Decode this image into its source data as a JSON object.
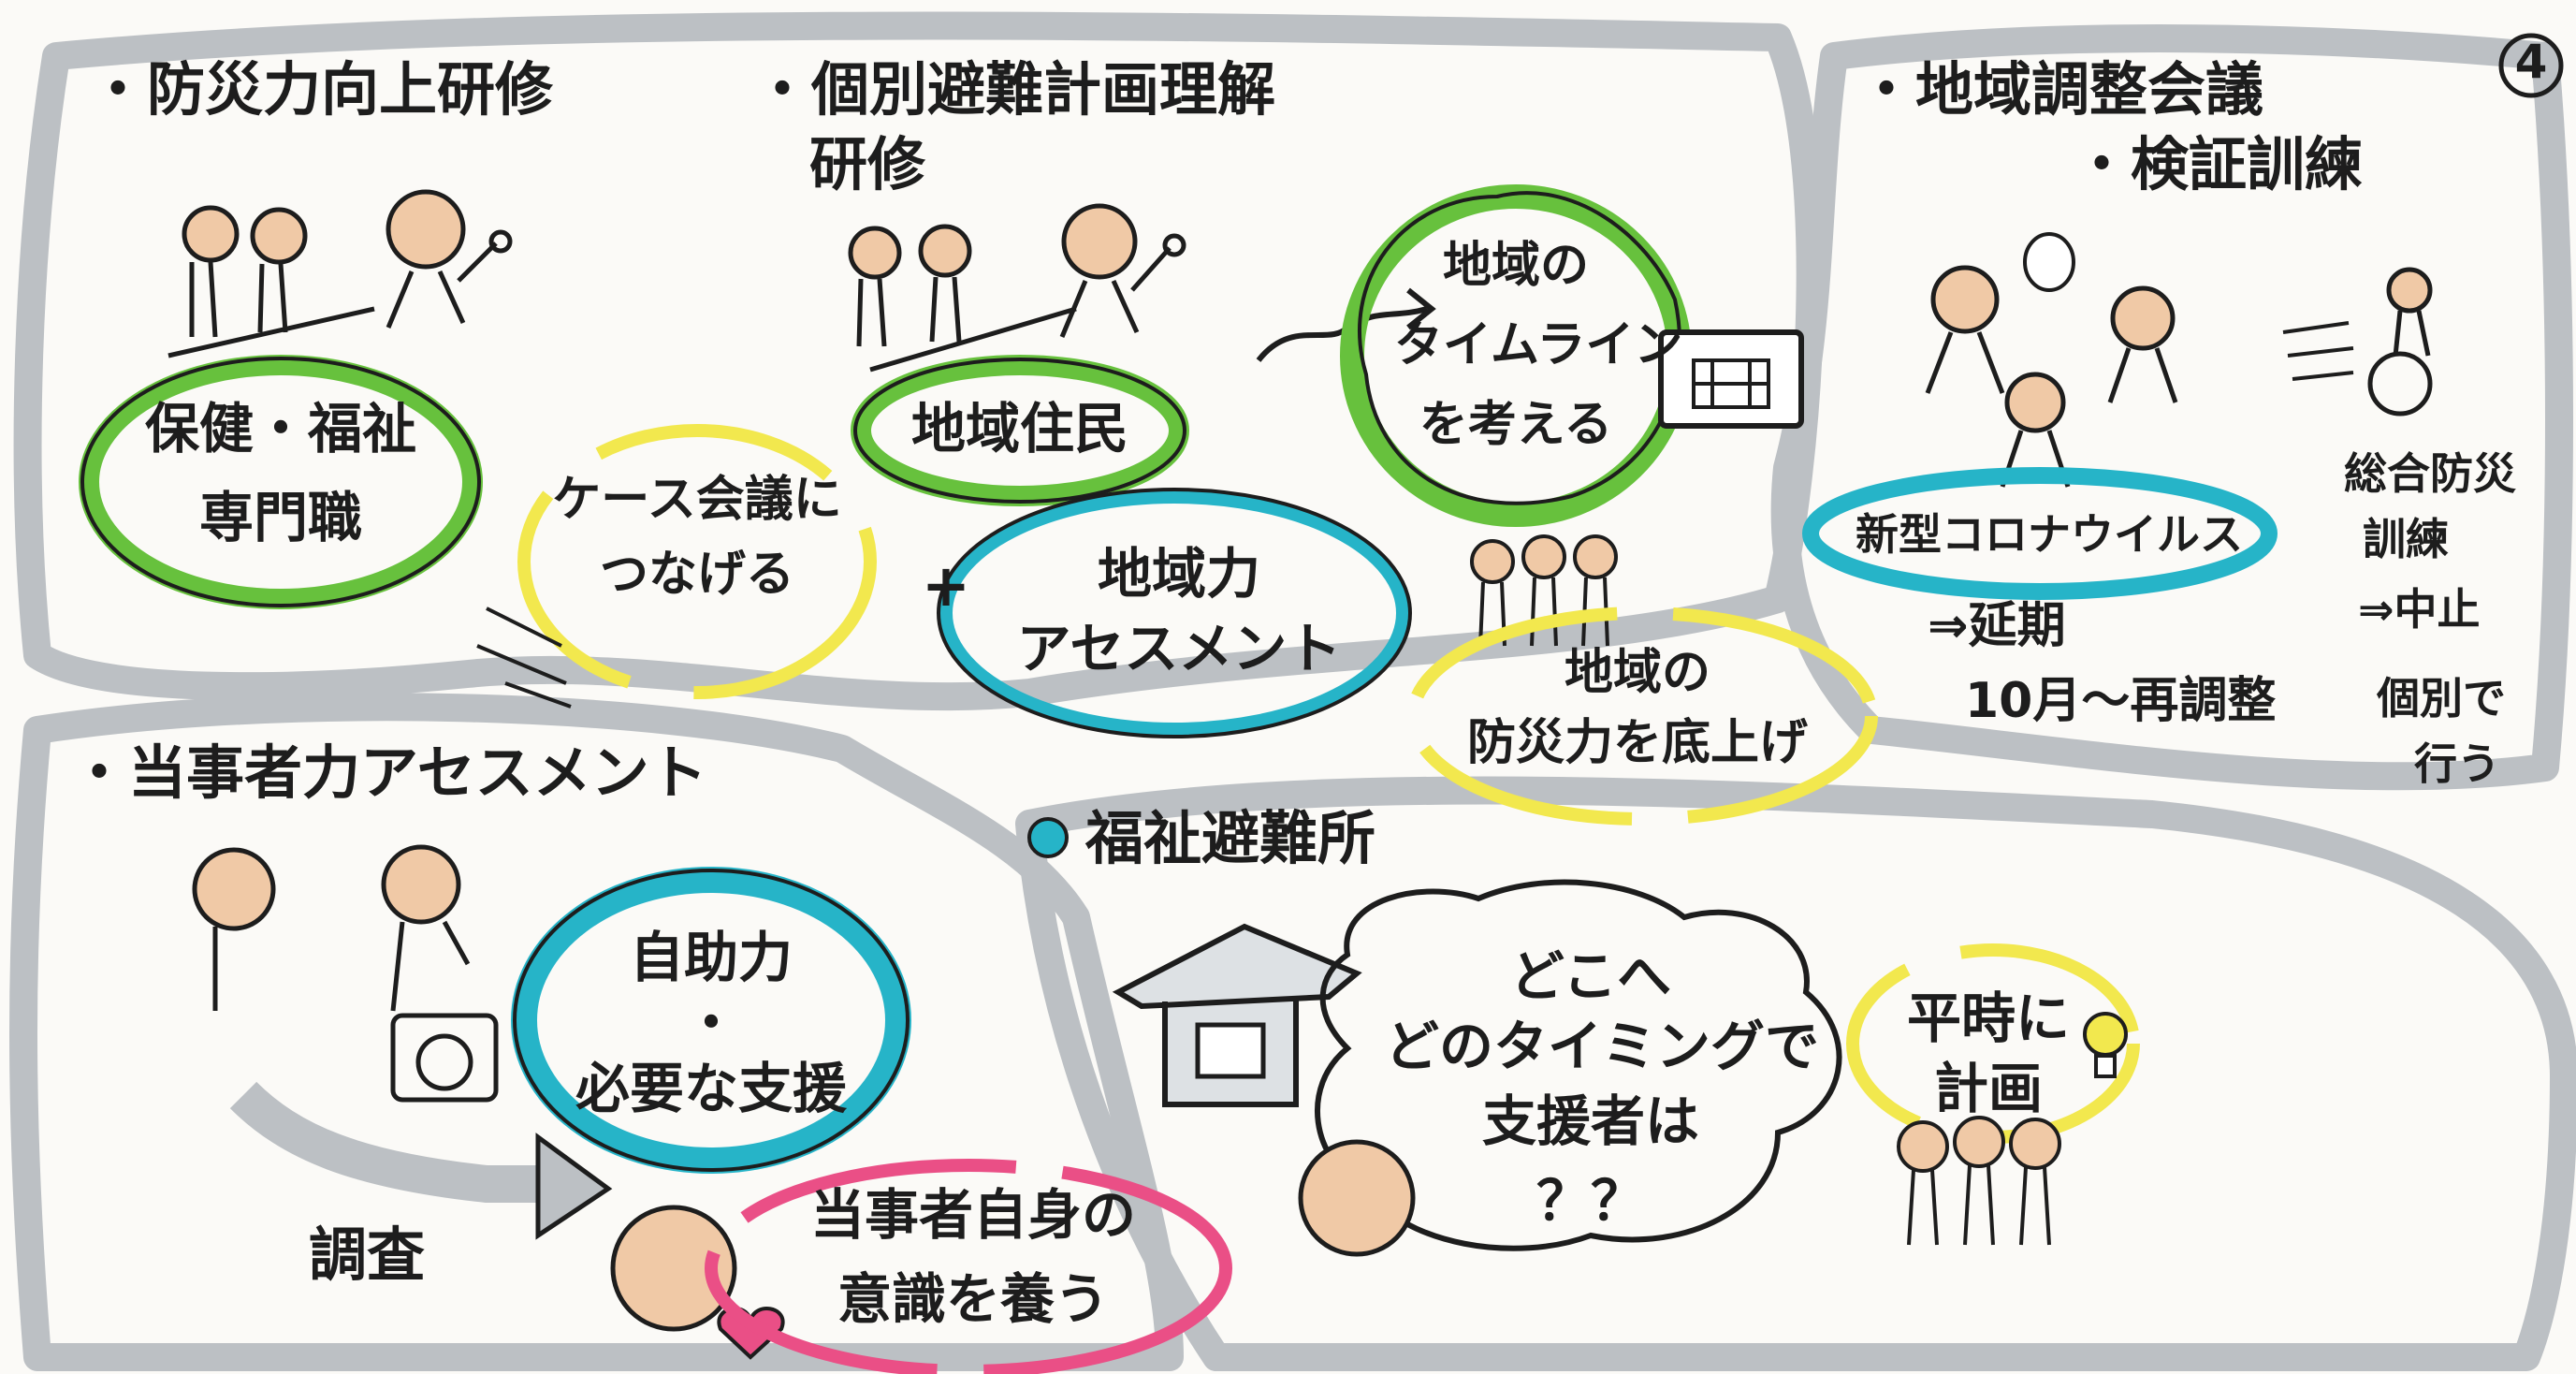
{
  "page_number": "4",
  "section_bousai": {
    "heading": "・防災力向上研修",
    "bubble_lines": [
      "保健・福祉",
      "専門職"
    ],
    "case_lines": [
      "ケース会議に",
      "つなげる"
    ]
  },
  "section_kobetsu": {
    "heading_line1": "・個別避難計画理解",
    "heading_line2": "研修",
    "bubble": "地域住民",
    "plus": "+",
    "assessment_lines": [
      "地域力",
      "アセスメント"
    ],
    "timeline_lines": [
      "地域の",
      "タイムライン",
      "を考える"
    ],
    "sokoage_lines": [
      "地域の",
      "防災力を底上げ"
    ]
  },
  "section_chiiki": {
    "heading_line1": "・地域調整会議",
    "heading_line2": "・検証訓練",
    "corona": "新型コロナウイルス",
    "postpone_lines": [
      "⇒延期",
      "10月～再調整"
    ],
    "drill_lines": [
      "総合防災",
      "訓練",
      "⇒中止",
      "個別で",
      "行う"
    ]
  },
  "section_tojisha": {
    "heading": "・当事者力アセスメント",
    "bubble_lines": [
      "自助力",
      "・",
      "必要な支援"
    ],
    "survey": "調査",
    "awareness_lines": [
      "当事者自身の",
      "意識を養う"
    ]
  },
  "section_fukushi": {
    "heading": "福祉避難所",
    "cloud_lines": [
      "どこへ",
      "どのタイミングで",
      "支援者は",
      "？？"
    ],
    "plan_lines": [
      "平時に",
      "計画"
    ]
  },
  "colors": {
    "frame": "#bcc0c4",
    "green": "#67c13d",
    "cyan": "#26b4c8",
    "yellow": "#f2e84e",
    "pink": "#ea4f86",
    "skin": "#f0c9a6",
    "ink": "#1d1d1d"
  }
}
